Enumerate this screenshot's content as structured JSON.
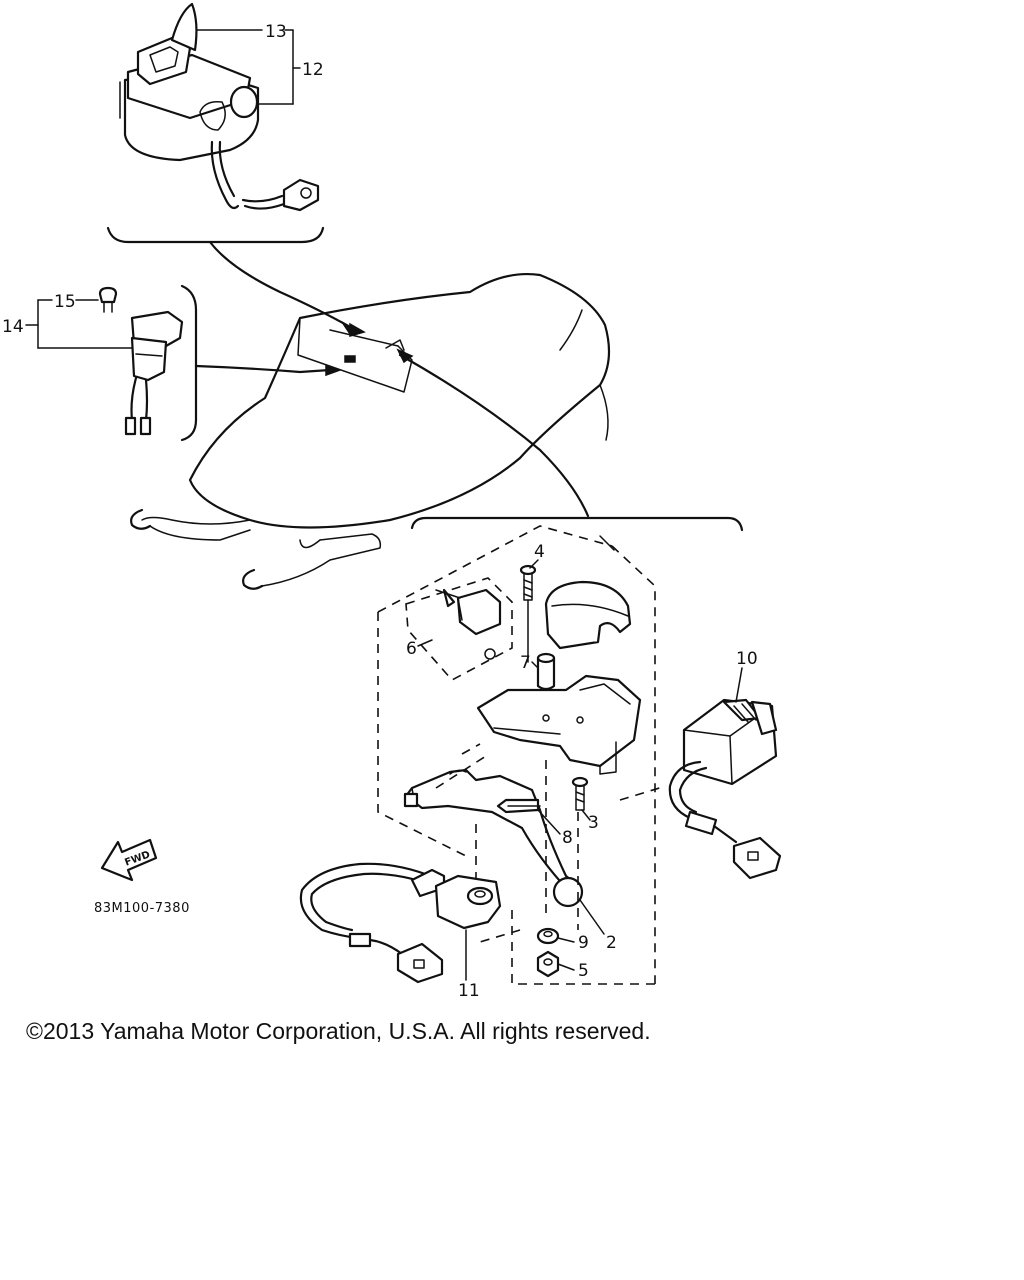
{
  "callouts": {
    "p2": "2",
    "p3": "3",
    "p4": "4",
    "p5": "5",
    "p6": "6",
    "p7": "7",
    "p8": "8",
    "p9": "9",
    "p10": "10",
    "p11": "11",
    "p12": "12",
    "p13": "13",
    "p14": "14",
    "p15": "15"
  },
  "fwd_arrow_label": "FWD",
  "drawing_code": "83M100-7380",
  "copyright": "©2013 Yamaha Motor Corporation, U.S.A. All rights reserved."
}
